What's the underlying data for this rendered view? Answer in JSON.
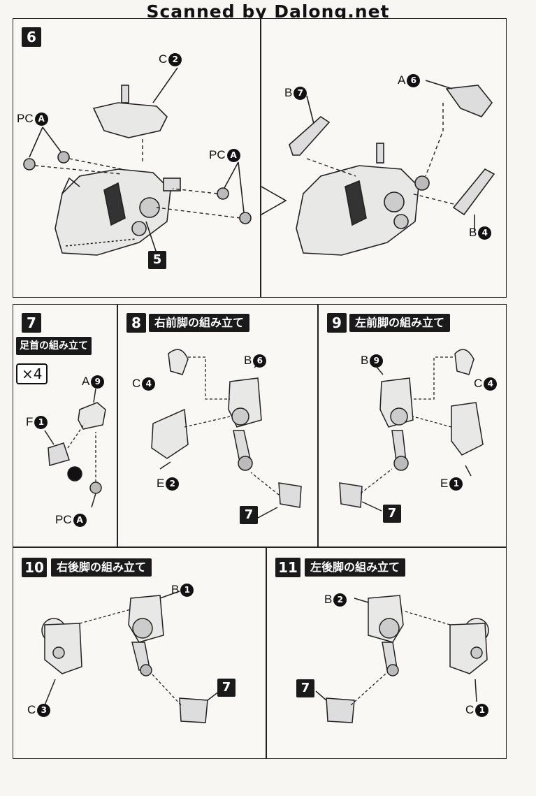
{
  "header": {
    "text": "Scanned by Dalong.net"
  },
  "step6": {
    "number": "6",
    "labels": {
      "c": "C",
      "c_num": "2",
      "pc": "PC",
      "pc_letter": "A",
      "pc2": "PC",
      "pc2_letter": "A",
      "part": "5",
      "b7": "B",
      "b7_num": "7",
      "a6": "A",
      "a6_num": "6",
      "b4": "B",
      "b4_num": "4"
    }
  },
  "step7": {
    "number": "7",
    "title": "足首の組み立て",
    "multiplier": "×4",
    "labels": {
      "a": "A",
      "a_num": "9",
      "f": "F",
      "f_num": "1",
      "pc": "PC",
      "pc_letter": "A"
    }
  },
  "step8": {
    "number": "8",
    "title": "右前脚の組み立て",
    "labels": {
      "b": "B",
      "b_num": "6",
      "c": "C",
      "c_num": "4",
      "e": "E",
      "e_num": "2",
      "part": "7"
    }
  },
  "step9": {
    "number": "9",
    "title": "左前脚の組み立て",
    "labels": {
      "b": "B",
      "b_num": "9",
      "c": "C",
      "c_num": "4",
      "e": "E",
      "e_num": "1",
      "part": "7"
    }
  },
  "step10": {
    "number": "10",
    "title": "右後脚の組み立て",
    "labels": {
      "b": "B",
      "b_num": "1",
      "c": "C",
      "c_num": "3",
      "part": "7"
    }
  },
  "step11": {
    "number": "11",
    "title": "左後脚の組み立て",
    "labels": {
      "b": "B",
      "b_num": "2",
      "c": "C",
      "c_num": "1",
      "part": "7"
    }
  }
}
